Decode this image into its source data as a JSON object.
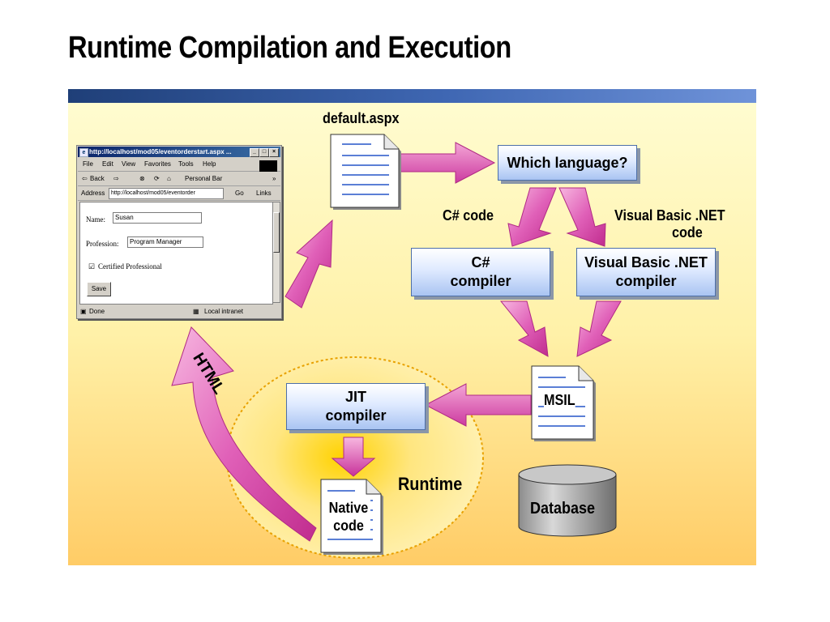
{
  "slide": {
    "title": "Runtime Compilation and Execution"
  },
  "colors": {
    "arrow": "#d63f9e",
    "boxTop": "#ffffff",
    "boxBottom": "#a9c4f2",
    "panelTop": "#fffcd0",
    "panelBottom": "#ffcc66",
    "topbar": "#2e4f8f"
  },
  "diagram": {
    "aspx_file": "default.aspx",
    "which_language": "Which language?",
    "csharp_code": "C# code",
    "vbnet_code_line1": "Visual Basic .NET",
    "vbnet_code_line2": "code",
    "csharp_compiler_line1": "C#",
    "csharp_compiler_line2": "compiler",
    "vb_compiler_line1": "Visual Basic .NET",
    "vb_compiler_line2": "compiler",
    "msil": "MSIL",
    "jit_line1": "JIT",
    "jit_line2": "compiler",
    "native_line1": "Native",
    "native_line2": "code",
    "runtime": "Runtime",
    "database": "Database",
    "html": "HTML"
  },
  "browser": {
    "title": "http://localhost/mod05/eventorderstart.aspx ...",
    "menu": [
      "File",
      "Edit",
      "View",
      "Favorites",
      "Tools",
      "Help"
    ],
    "toolbar": {
      "back": "Back",
      "personal_bar": "Personal Bar"
    },
    "address_label": "Address",
    "address_value": "http://localhost/mod05/eventorder",
    "go": "Go",
    "links": "Links",
    "form": {
      "name_label": "Name:",
      "name_value": "Susan",
      "profession_label": "Profession:",
      "profession_value": "Program Manager",
      "certified_label": "Certified Professional",
      "save": "Save"
    },
    "status": {
      "done": "Done",
      "zone": "Local intranet"
    }
  }
}
